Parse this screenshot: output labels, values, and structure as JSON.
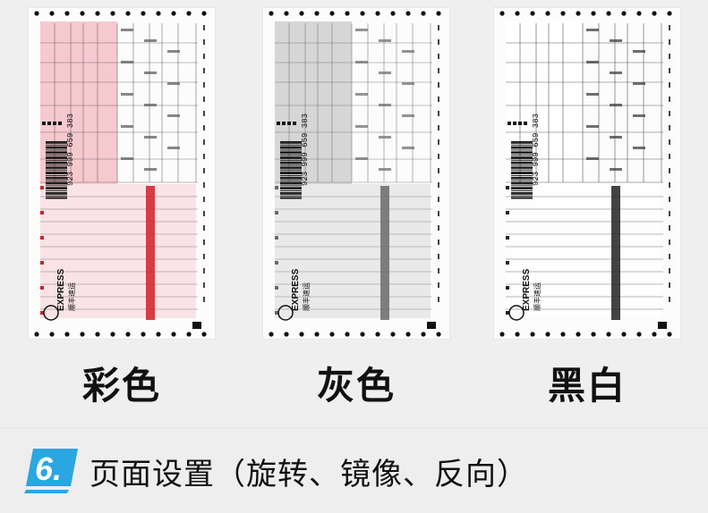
{
  "samples": [
    {
      "id": "color",
      "caption": "彩色",
      "tint": "#f6c9cf",
      "accent": "#d0202a",
      "barcode_number": "923 999 659 383",
      "brand": "EXPRESS",
      "brand_cn": "顺丰速运"
    },
    {
      "id": "gray",
      "caption": "灰色",
      "tint": "#d6d6d6",
      "accent": "#6a6a6a",
      "barcode_number": "923 999 659 383",
      "brand": "EXPRESS",
      "brand_cn": "顺丰速运"
    },
    {
      "id": "bw",
      "caption": "黑白",
      "tint": "#ffffff",
      "accent": "#222222",
      "barcode_number": "923 999 659 383",
      "brand": "EXPRESS",
      "brand_cn": "顺丰速运"
    }
  ],
  "footer": {
    "step_number": "6.",
    "title": "页面设置（旋转、镜像、反向）",
    "badge_color": "#2aa6e0"
  }
}
